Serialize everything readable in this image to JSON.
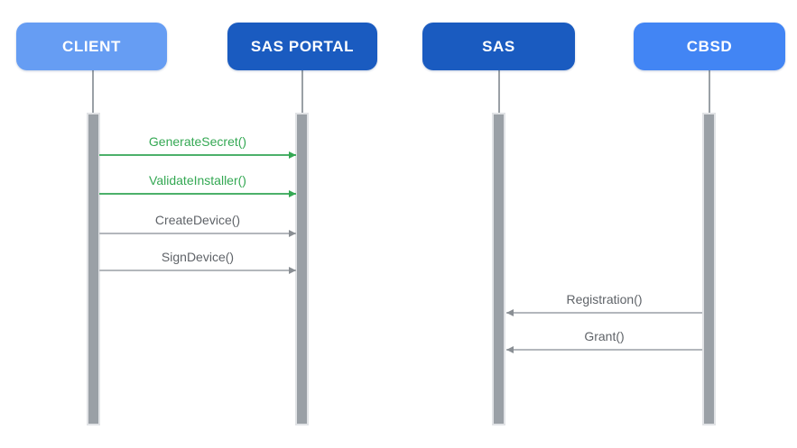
{
  "diagram": {
    "type": "sequence-diagram",
    "actors": [
      {
        "id": "client",
        "label": "CLIENT",
        "color": "#669DF3"
      },
      {
        "id": "sas-portal",
        "label": "SAS PORTAL",
        "color": "#1A5BC0"
      },
      {
        "id": "sas",
        "label": "SAS",
        "color": "#1A5BC0"
      },
      {
        "id": "cbsd",
        "label": "CBSD",
        "color": "#4285F4"
      }
    ],
    "messages": [
      {
        "label": "GenerateSecret()",
        "from": "client",
        "to": "sas-portal",
        "direction": "right",
        "color": "#34A853"
      },
      {
        "label": "ValidateInstaller()",
        "from": "client",
        "to": "sas-portal",
        "direction": "right",
        "color": "#34A853"
      },
      {
        "label": "CreateDevice()",
        "from": "client",
        "to": "sas-portal",
        "direction": "right",
        "color": "#5F6368"
      },
      {
        "label": "SignDevice()",
        "from": "client",
        "to": "sas-portal",
        "direction": "right",
        "color": "#5F6368"
      },
      {
        "label": "Registration()",
        "from": "cbsd",
        "to": "sas",
        "direction": "left",
        "color": "#5F6368"
      },
      {
        "label": "Grant()",
        "from": "cbsd",
        "to": "sas",
        "direction": "left",
        "color": "#5F6368"
      }
    ],
    "colors": {
      "background": "#FFFFFF",
      "lifeline": "#9AA0A6",
      "activation_bar": "#9AA0A6",
      "activation_border": "#E1E3E6",
      "green_message": "#34A853",
      "gray_message": "#5F6368"
    }
  }
}
